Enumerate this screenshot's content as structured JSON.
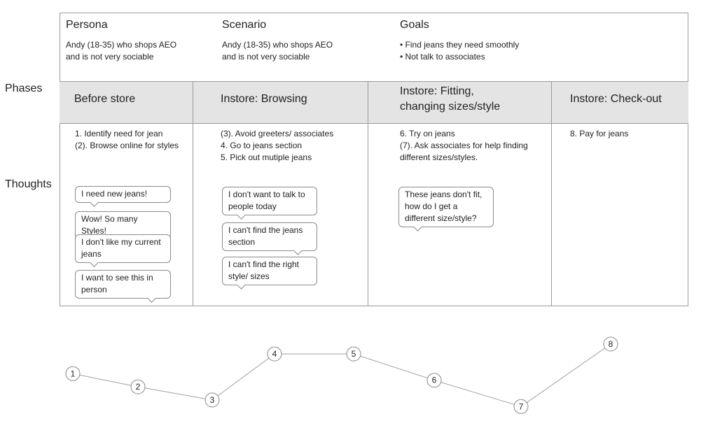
{
  "labels": {
    "phases": "Phases",
    "thoughts": "Thoughts"
  },
  "header": {
    "persona": {
      "title": "Persona",
      "text_lines": [
        "Andy (18-35) who shops AEO",
        "and is not very sociable"
      ]
    },
    "scenario": {
      "title": "Scenario",
      "text_lines": [
        "Andy (18-35) who shops AEO",
        "and is not very sociable"
      ]
    },
    "goals": {
      "title": "Goals",
      "text_lines": [
        "• Find jeans they need smoothly",
        "• Not talk to associates"
      ]
    }
  },
  "phases": [
    {
      "name_lines": [
        "Before store"
      ],
      "steps": [
        "1. Identify need for jean",
        "(2). Browse online for styles"
      ],
      "thoughts": [
        {
          "lines": [
            "I need new jeans!"
          ]
        },
        {
          "lines": [
            "Wow! So many Styles!"
          ]
        },
        {
          "lines": [
            "I don't like my current",
            "jeans"
          ]
        },
        {
          "lines": [
            "I want to see this in",
            "person"
          ]
        }
      ]
    },
    {
      "name_lines": [
        "Instore: Browsing"
      ],
      "steps": [
        "(3). Avoid greeters/ associates",
        "4. Go to jeans section",
        "5. Pick out mutiple jeans"
      ],
      "thoughts": [
        {
          "lines": [
            "I don't want to talk to",
            "people today"
          ]
        },
        {
          "lines": [
            "I can't find the jeans",
            "section"
          ]
        },
        {
          "lines": [
            "I can't find the right",
            "style/ sizes"
          ]
        }
      ]
    },
    {
      "name_lines": [
        "Instore: Fitting,",
        "changing sizes/style"
      ],
      "steps": [
        "6. Try on jeans",
        "(7). Ask associates for help finding",
        "different sizes/styles."
      ],
      "thoughts": [
        {
          "lines": [
            "These jeans don't fit,",
            "how do I get a",
            "different size/style?"
          ]
        }
      ]
    },
    {
      "name_lines": [
        "Instore:  Check-out"
      ],
      "steps": [
        "8. Pay for jeans"
      ],
      "thoughts": []
    }
  ],
  "journey": {
    "nodes": [
      {
        "label": "1",
        "level": 0.55
      },
      {
        "label": "2",
        "level": 0.35
      },
      {
        "label": "3",
        "level": 0.15
      },
      {
        "label": "4",
        "level": 0.85
      },
      {
        "label": "5",
        "level": 0.85
      },
      {
        "label": "6",
        "level": 0.45
      },
      {
        "label": "7",
        "level": 0.05
      },
      {
        "label": "8",
        "level": 1.0
      }
    ],
    "line_color": "#a0a0a0",
    "node_stroke": "#8a8a8a"
  }
}
